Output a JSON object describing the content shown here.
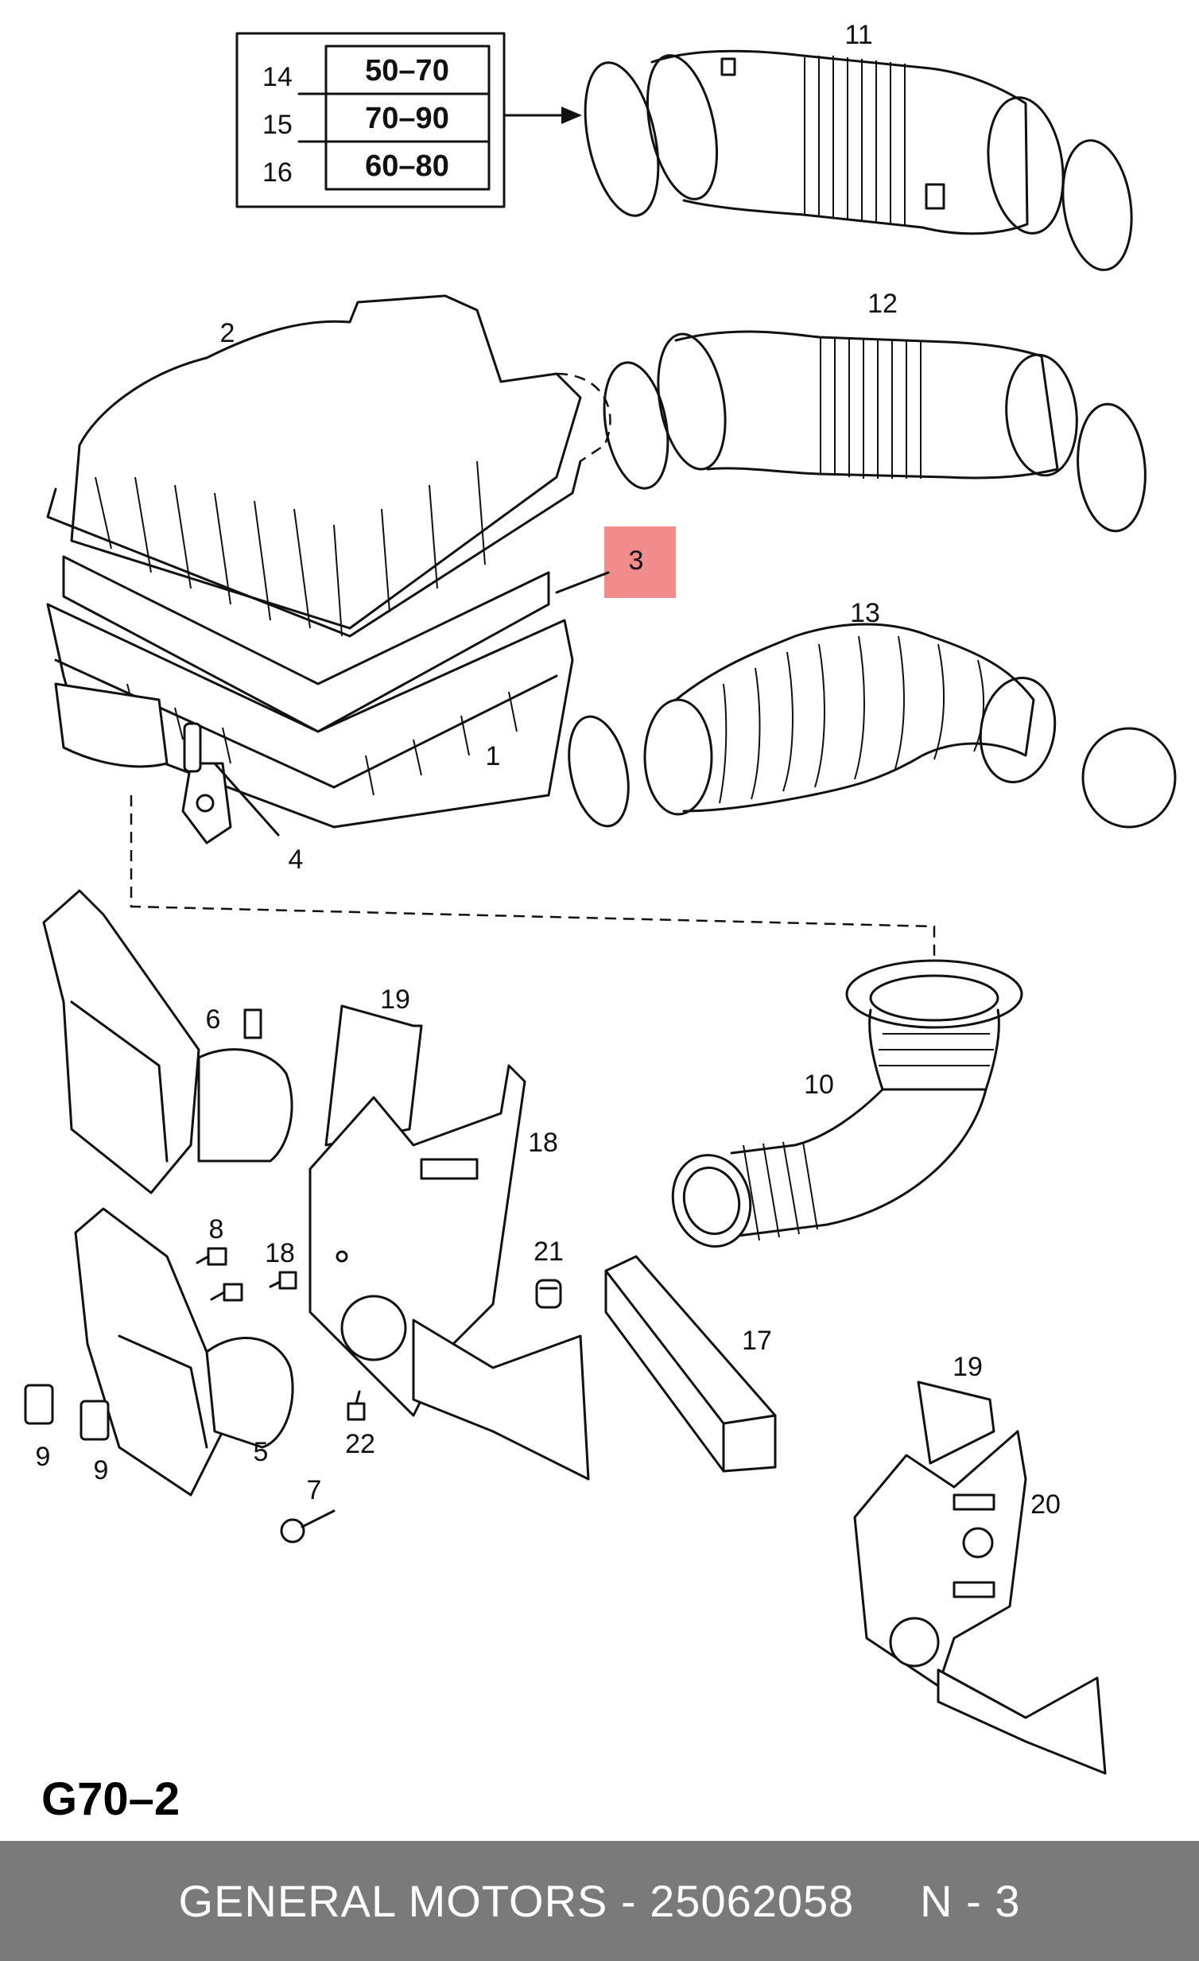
{
  "table": {
    "rows": [
      {
        "part": "14",
        "range": "50–70"
      },
      {
        "part": "15",
        "range": "70–90"
      },
      {
        "part": "16",
        "range": "60–80"
      }
    ]
  },
  "labels": {
    "p1": "1",
    "p2": "2",
    "p3": "3",
    "p4": "4",
    "p5": "5",
    "p6": "6",
    "p7": "7",
    "p8": "8",
    "p9a": "9",
    "p9b": "9",
    "p10": "10",
    "p11": "11",
    "p12": "12",
    "p13": "13",
    "p17": "17",
    "p18a": "18",
    "p18b": "18",
    "p19a": "19",
    "p19b": "19",
    "p20": "20",
    "p21": "21",
    "p22": "22"
  },
  "highlight_color": "#f28b8b",
  "diagram_code": "G70–2",
  "footer": {
    "text": "GENERAL MOTORS - 25062058     N - 3",
    "background": "#7a7a7a"
  }
}
